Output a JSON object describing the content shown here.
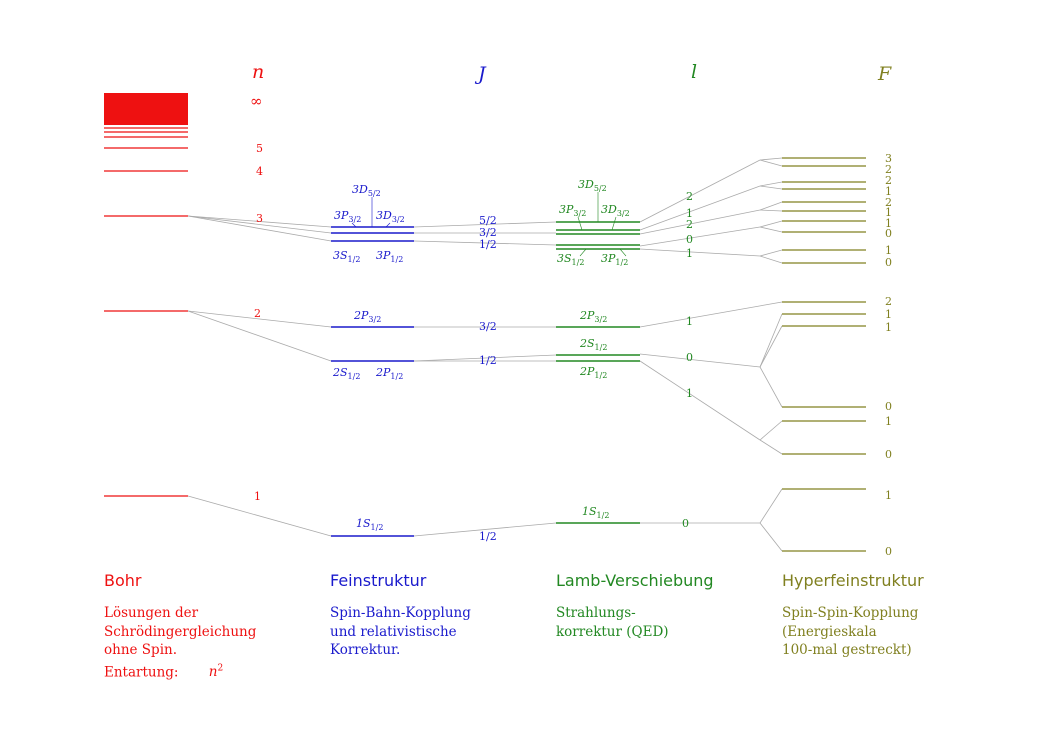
{
  "colors": {
    "bohr": "#ee1111",
    "fine": "#1a1acc",
    "lamb": "#228822",
    "hyper": "#808020",
    "connector": "#aaaaaa"
  },
  "headers": {
    "n": "n",
    "J": "J",
    "l": "l",
    "F": "F"
  },
  "bohr": {
    "infinity_label": "∞",
    "n_labels": [
      "5",
      "4",
      "3",
      "2",
      "1"
    ],
    "title": "Bohr",
    "desc": [
      "Lösungen der",
      "Schrödingergleichung",
      "ohne Spin."
    ],
    "degeneracy_label": "Entartung:",
    "degeneracy_base": "n",
    "degeneracy_exp": "2"
  },
  "fine": {
    "title": "Feinstruktur",
    "desc": [
      "Spin-Bahn-Kopplung",
      "und relativistische",
      "Korrektur."
    ],
    "n3_states": [
      "3D5/2",
      "3P3/2",
      "3D3/2",
      "3S1/2",
      "3P1/2"
    ],
    "n2_states": [
      "2P3/2",
      "2S1/2",
      "2P1/2"
    ],
    "n1_states": [
      "1S1/2"
    ],
    "j_labels": [
      "5/2",
      "3/2",
      "1/2",
      "3/2",
      "1/2",
      "1/2"
    ]
  },
  "lamb": {
    "title": "Lamb-Verschiebung",
    "desc": [
      "Strahlungs-",
      "korrektur (QED)"
    ],
    "n3_states": [
      "3D5/2",
      "3P3/2",
      "3D3/2",
      "3S1/2",
      "3P1/2"
    ],
    "n2_states": [
      "2P3/2",
      "2S1/2",
      "2P1/2"
    ],
    "n1_states": [
      "1S1/2"
    ],
    "l_labels": [
      "2",
      "1",
      "2",
      "0",
      "1",
      "1",
      "0",
      "1",
      "0"
    ]
  },
  "hyper": {
    "title": "Hyperfeinstruktur",
    "desc": [
      "Spin-Spin-Kopplung",
      "(Energieskala",
      "100-mal gestreckt)"
    ],
    "f_labels": [
      "3",
      "2",
      "2",
      "1",
      "2",
      "1",
      "1",
      "0",
      "1",
      "0",
      "2",
      "1",
      "1",
      "0",
      "1",
      "0",
      "1",
      "0"
    ]
  }
}
